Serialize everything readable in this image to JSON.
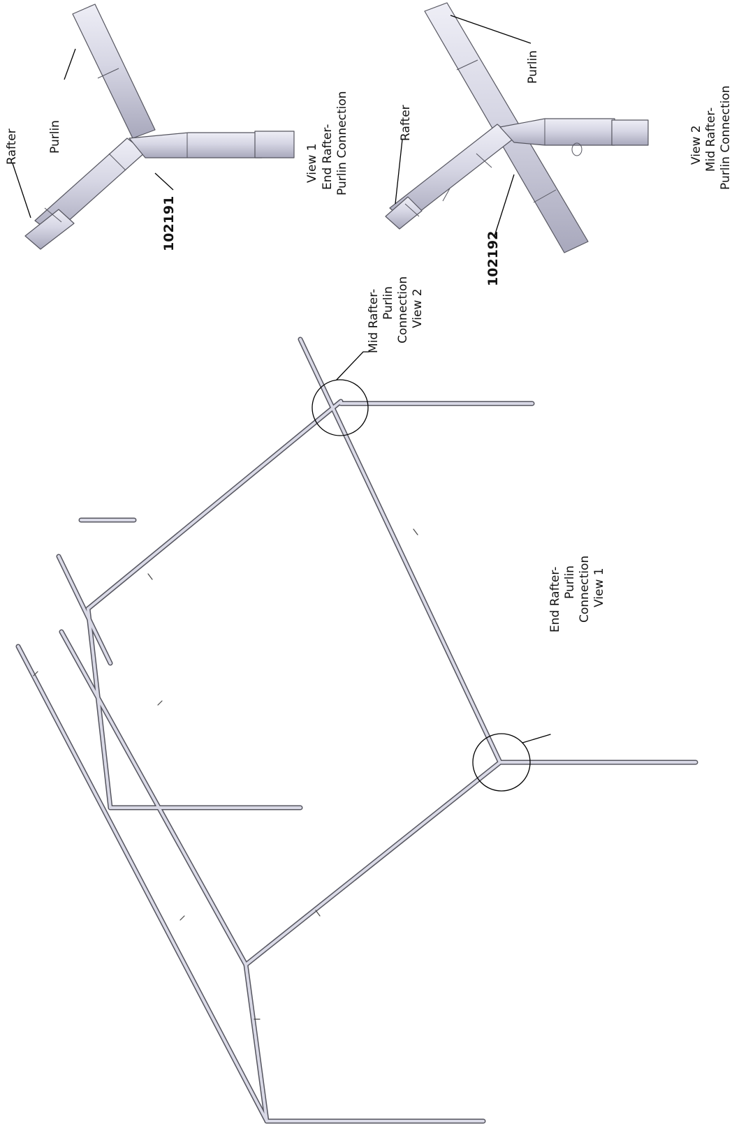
{
  "labels": {
    "rafter": "Rafter",
    "purlin": "Purlin",
    "part_end": "102191",
    "part_mid": "102192",
    "view1_caption": [
      "View 1",
      "End Rafter-",
      "Purlin Connection"
    ],
    "view2_caption": [
      "View 2",
      "Mid Rafter-",
      "Purlin Connection"
    ],
    "callout_mid": [
      "Mid Rafter-",
      "Purlin",
      "Connection",
      "View 2"
    ],
    "callout_end": [
      "End Rafter-",
      "Purlin",
      "Connection",
      "View 1"
    ]
  },
  "colors": {
    "tube_fill": "#d9d9e6",
    "tube_shade": "#b4b4c6",
    "tube_edge": "#55555f",
    "background": "#ffffff"
  }
}
